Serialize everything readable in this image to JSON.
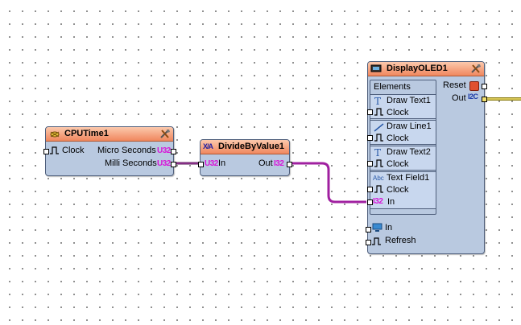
{
  "cpu_time": {
    "title": "CPUTime1",
    "clock_label": "Clock",
    "micro_label": "Micro Seconds",
    "milli_label": "Milli Seconds",
    "type_tag": "U32"
  },
  "divide": {
    "icon_text": "X/A",
    "title": "DivideByValue1",
    "in_label": "In",
    "in_type": "U32",
    "out_label": "Out",
    "out_type": "I32"
  },
  "display": {
    "title": "DisplayOLED1",
    "elements_header": "Elements",
    "reset_label": "Reset",
    "out_label": "Out",
    "out_type": "I2C",
    "elements": [
      {
        "name": "Draw Text1",
        "pin_label": "Clock"
      },
      {
        "name": "Draw Line1",
        "pin_label": "Clock"
      },
      {
        "name": "Draw Text2",
        "pin_label": "Clock"
      },
      {
        "name": "Text Field1",
        "pin_label": "Clock",
        "in_label": "In",
        "in_type": "I32",
        "icon_text": "Abc"
      }
    ],
    "in_label": "In",
    "refresh_label": "Refresh"
  },
  "colors": {
    "wire_int": "#a020a0",
    "wire_i2c": "#c8b400",
    "title_bar": "#f0875e",
    "body": "#b9c9e0"
  }
}
